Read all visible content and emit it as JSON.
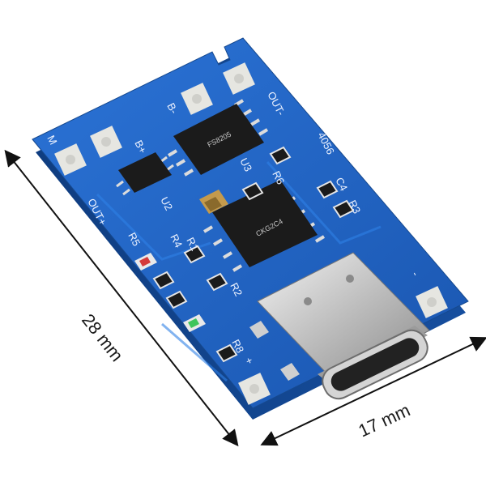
{
  "photo": {
    "subject": "TP4056 USB-C charger module",
    "colors": {
      "board": "#1f63c4",
      "copper_pad": "#d9d9d4",
      "chip": "#1b1b1b",
      "usb_metal": "#cfcfcf",
      "background": "#ffffff"
    }
  },
  "dimensions": {
    "length_label": "28 mm",
    "width_label": "17 mm"
  },
  "silkscreen": {
    "b_plus": "B+",
    "b_minus": "B-",
    "out_minus": "OUT-",
    "out_plus": "OUT+",
    "chip_code": "4056",
    "r1": "R1",
    "r2": "R2",
    "r3": "R3",
    "r4": "R4",
    "r5": "R5",
    "r6": "R6",
    "r8": "R8",
    "u2": "U2",
    "u3": "U3",
    "c4": "C4",
    "plus": "+",
    "minus": "-",
    "m": "M"
  },
  "chips": {
    "charger_ic": "CKG2C4",
    "protection_ic": "FS8205"
  }
}
